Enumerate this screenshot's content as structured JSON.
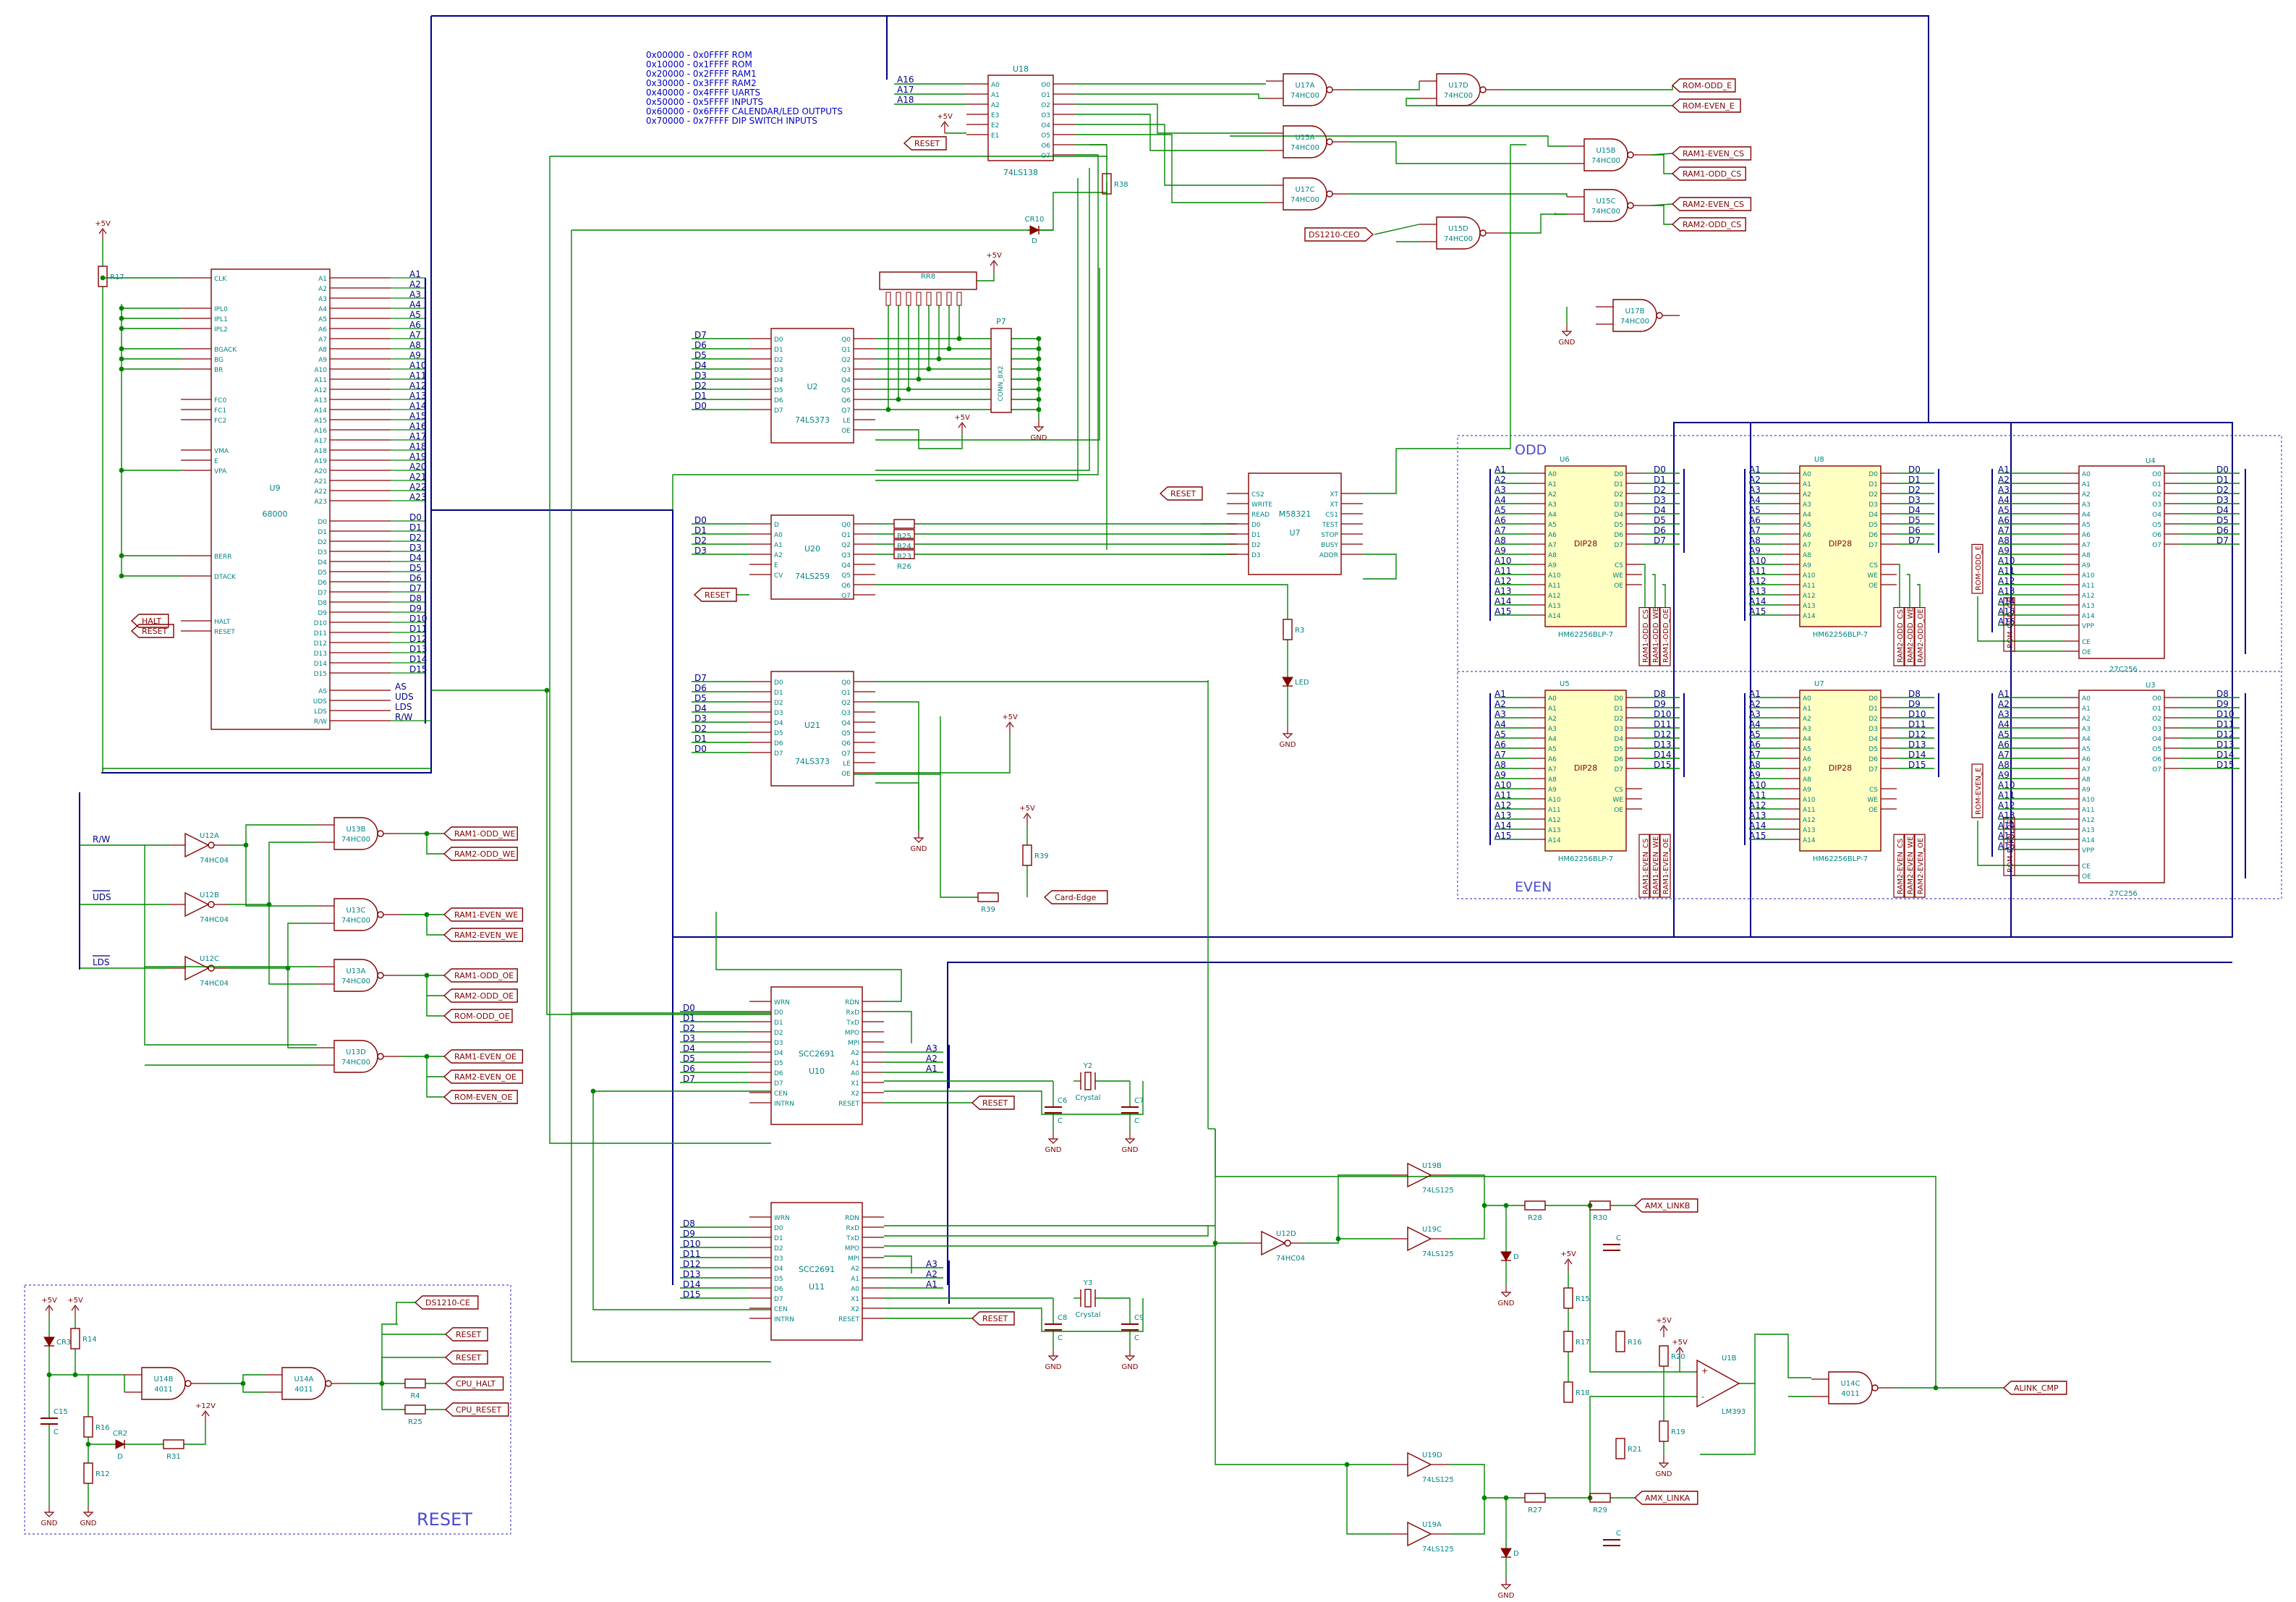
{
  "colors": {
    "wire": "#008400",
    "part": "#840000",
    "part_fill": "#ffffc2",
    "label": "#840000",
    "pin_text": "#008484",
    "bus": "#000084",
    "sheet_border": "#4b4bd1",
    "memory_text": "#0000c2"
  },
  "memory_map": [
    "0x00000 - 0x0FFFF ROM",
    "0x10000 - 0x1FFFF ROM",
    "0x20000 - 0x2FFFF RAM1",
    "0x30000 - 0x3FFFF RAM2",
    "0x40000 - 0x4FFFF UARTS",
    "0x50000 - 0x5FFFF INPUTS",
    "0x60000 - 0x6FFFF CALENDAR/LED OUTPUTS",
    "0x70000 - 0x7FFFF DIP SWITCH INPUTS"
  ],
  "section_labels": {
    "odd": "ODD",
    "even": "EVEN",
    "reset": "RESET"
  },
  "cpu": {
    "ref": "U9",
    "value": "68000",
    "left_pins": [
      "CLK",
      "IPL0",
      "IPL1",
      "IPL2",
      "BGACK",
      "BG",
      "BR",
      "FC0",
      "FC1",
      "FC2",
      "VMA",
      "E",
      "VPA",
      "BERR",
      "DTACK",
      "HALT",
      "RESET"
    ],
    "address_bus": [
      "A1",
      "A2",
      "A3",
      "A4",
      "A5",
      "A6",
      "A7",
      "A8",
      "A9",
      "A10",
      "A11",
      "A12",
      "A13",
      "A14",
      "A15",
      "A16",
      "A17",
      "A18",
      "A19",
      "A20",
      "A21",
      "A22",
      "A23"
    ],
    "data_bus": [
      "D0",
      "D1",
      "D2",
      "D3",
      "D4",
      "D5",
      "D6",
      "D7",
      "D8",
      "D9",
      "D10",
      "D11",
      "D12",
      "D13",
      "D14",
      "D15"
    ],
    "strobes": [
      "AS",
      "UDS",
      "LDS",
      "R/W"
    ]
  },
  "parts": {
    "u18": {
      "ref": "U18",
      "value": "74LS138",
      "inputs": [
        "A0",
        "A1",
        "A2",
        "E3",
        "E2",
        "E1"
      ],
      "outputs": [
        "O0",
        "O1",
        "O2",
        "O3",
        "O4",
        "O5",
        "O6",
        "O7"
      ]
    },
    "u17a": {
      "ref": "U17A",
      "value": "74HC00"
    },
    "u17d": {
      "ref": "U17D",
      "value": "74HC00"
    },
    "u15a": {
      "ref": "U15A",
      "value": "74HC00"
    },
    "u15b": {
      "ref": "U15B",
      "value": "74HC00"
    },
    "u17c": {
      "ref": "U17C",
      "value": "74HC00"
    },
    "u15c": {
      "ref": "U15C",
      "value": "74HC00"
    },
    "u15d": {
      "ref": "U15D",
      "value": "74HC00"
    },
    "u17b": {
      "ref": "U17B",
      "value": "74HC00"
    },
    "u2": {
      "ref": "U2",
      "value": "74LS373"
    },
    "u20": {
      "ref": "U20",
      "value": "74LS259"
    },
    "u21": {
      "ref": "U21",
      "value": "74LS373"
    },
    "u7": {
      "ref": "U7",
      "value": "M58321",
      "left": [
        "CS2",
        "WRITE",
        "READ",
        "D0",
        "D1",
        "D2",
        "D3"
      ],
      "right": [
        "XT",
        "XT",
        "CS1",
        "TEST",
        "STOP",
        "BUSY",
        "ADDR"
      ]
    },
    "rr8": {
      "ref": "RR8"
    },
    "p7": {
      "ref": "P7",
      "value": "CONN_8X2"
    },
    "u6": {
      "ref": "U6",
      "value": "HM62256BLP-7",
      "body": "DIP28"
    },
    "u8": {
      "ref": "U8",
      "value": "HM62256BLP-7",
      "body": "DIP28"
    },
    "u5": {
      "ref": "U5",
      "value": "HM62256BLP-7",
      "body": "DIP28"
    },
    "u7m": {
      "ref": "U7",
      "value": "HM62256BLP-7",
      "body": "DIP28"
    },
    "u4": {
      "ref": "U4",
      "value": "27C256"
    },
    "u3": {
      "ref": "U3",
      "value": "27C256"
    },
    "u12a": {
      "ref": "U12A",
      "value": "74HC04"
    },
    "u12b": {
      "ref": "U12B",
      "value": "74HC04"
    },
    "u12c": {
      "ref": "U12C",
      "value": "74HC04"
    },
    "u12d": {
      "ref": "U12D",
      "value": "74HC04"
    },
    "u13b": {
      "ref": "U13B",
      "value": "74HC00"
    },
    "u13c": {
      "ref": "U13C",
      "value": "74HC00"
    },
    "u13a": {
      "ref": "U13A",
      "value": "74HC00"
    },
    "u13d": {
      "ref": "U13D",
      "value": "74HC00"
    },
    "u10": {
      "ref": "U10",
      "value": "SCC2691"
    },
    "u11": {
      "ref": "U11",
      "value": "SCC2691"
    },
    "u19b": {
      "ref": "U19B",
      "value": "74LS125"
    },
    "u19c": {
      "ref": "U19C",
      "value": "74LS125"
    },
    "u19d": {
      "ref": "U19D",
      "value": "74LS125"
    },
    "u19a": {
      "ref": "U19A",
      "value": "74LS125"
    },
    "u1b": {
      "ref": "U1B",
      "value": "LM393"
    },
    "u14c": {
      "ref": "U14C",
      "value": "4011"
    },
    "u14b": {
      "ref": "U14B",
      "value": "4011"
    },
    "u14a": {
      "ref": "U14A",
      "value": "4011"
    },
    "y2": {
      "ref": "Y2",
      "value": "Crystal"
    },
    "y3": {
      "ref": "Y3",
      "value": "Crystal"
    },
    "c6": {
      "ref": "C6",
      "value": "C"
    },
    "c7": {
      "ref": "C7",
      "value": "C"
    },
    "c8": {
      "ref": "C8",
      "value": "C"
    },
    "c9": {
      "ref": "C9",
      "value": "C"
    },
    "c15": {
      "ref": "C15",
      "value": "C"
    },
    "cr10": {
      "ref": "CR10",
      "value": "D"
    },
    "cr2": {
      "ref": "CR2",
      "value": "D"
    },
    "r28": {
      "ref": "R28"
    },
    "r30": {
      "ref": "R30"
    },
    "r27": {
      "ref": "R27"
    },
    "r29": {
      "ref": "R29"
    },
    "r39": {
      "ref": "R39"
    },
    "r31": {
      "ref": "R31"
    }
  },
  "sram_left_pins": [
    "A0",
    "A1",
    "A2",
    "A3",
    "A4",
    "A5",
    "A6",
    "A7",
    "A8",
    "A9",
    "A10",
    "A11",
    "A12",
    "A13",
    "A14"
  ],
  "sram_right_pins": [
    "D0",
    "D1",
    "D2",
    "D3",
    "D4",
    "D5",
    "D6",
    "D7"
  ],
  "sram_ctl_pins": [
    "CS",
    "WE",
    "OE"
  ],
  "eprom_left_pins": [
    "A0",
    "A1",
    "A2",
    "A3",
    "A4",
    "A5",
    "A6",
    "A7",
    "A8",
    "A9",
    "A10",
    "A11",
    "A12",
    "A13",
    "A14",
    "VPP"
  ],
  "eprom_right_pins": [
    "O0",
    "O1",
    "O2",
    "O3",
    "O4",
    "O5",
    "O6",
    "O7"
  ],
  "eprom_ctl_pins": [
    "CE",
    "OE"
  ],
  "scc_left_pins": [
    "WRN",
    "D0",
    "D1",
    "D2",
    "D3",
    "D4",
    "D5",
    "D6",
    "D7",
    "CEN",
    "INTRN"
  ],
  "scc_right_pins": [
    "RDN",
    "RxD",
    "TxD",
    "MPO",
    "MPI",
    "A2",
    "A1",
    "A0",
    "X1",
    "X2",
    "RESET"
  ],
  "latch_left_pins": [
    "D0",
    "D1",
    "D2",
    "D3",
    "D4",
    "D5",
    "D6",
    "D7"
  ],
  "latch_right_pins": [
    "Q0",
    "Q1",
    "Q2",
    "Q3",
    "Q4",
    "Q5",
    "Q6",
    "Q7",
    "LE",
    "OE"
  ],
  "u20_left_pins": [
    "D",
    "A0",
    "A1",
    "A2",
    "E",
    "CV"
  ],
  "net_labels": {
    "rom_odd_e": "ROM-ODD_E",
    "rom_even_e": "ROM-EVEN_E",
    "ram1_even_cs": "RAM1-EVEN_CS",
    "ram1_odd_cs": "RAM1-ODD_CS",
    "ram2_even_cs": "RAM2-EVEN_CS",
    "ram2_odd_cs": "RAM2-ODD_CS",
    "ds1210_ceo": "DS1210-CEO",
    "ds1210_ce": "DS1210-CE",
    "reset": "RESET",
    "halt": "HALT",
    "ram1_odd_we": "RAM1-ODD_WE",
    "ram2_odd_we": "RAM2-ODD_WE",
    "ram1_even_we": "RAM1-EVEN_WE",
    "ram2_even_we": "RAM2-EVEN_WE",
    "ram1_odd_oe": "RAM1-ODD_OE",
    "ram2_odd_oe": "RAM2-ODD_OE",
    "rom_odd_oe": "ROM-ODD_OE",
    "ram1_even_oe": "RAM1-EVEN_OE",
    "ram2_even_oe": "RAM2-EVEN_OE",
    "rom_even_oe": "ROM-EVEN_OE",
    "card_edge": "Card-Edge",
    "amx_linkb": "AMX_LINKB",
    "amx_linka": "AMX_LINKA",
    "alink_cmp": "ALINK_CMP",
    "cpu_halt": "CPU_HALT",
    "cpu_reset": "CPU_RESET",
    "rw": "R/W",
    "uds": "UDS",
    "lds": "LDS",
    "u7_data": [
      "D0",
      "D1",
      "D2",
      "D3"
    ],
    "high_addr": [
      "A16",
      "A17",
      "A18"
    ],
    "uart_addr": [
      "A3",
      "A2",
      "A1"
    ],
    "u10_data": [
      "D0",
      "D1",
      "D2",
      "D3",
      "D4",
      "D5",
      "D6",
      "D7"
    ],
    "u11_data": [
      "D8",
      "D9",
      "D10",
      "D11",
      "D12",
      "D13",
      "D14",
      "D15"
    ],
    "odd_data": [
      "D0",
      "D1",
      "D2",
      "D3",
      "D4",
      "D5",
      "D6",
      "D7"
    ],
    "even_data": [
      "D8",
      "D9",
      "D10",
      "D11",
      "D12",
      "D13",
      "D14",
      "D15"
    ],
    "mem_addr": [
      "A1",
      "A2",
      "A3",
      "A4",
      "A5",
      "A6",
      "A7",
      "A8",
      "A9",
      "A10",
      "A11",
      "A12",
      "A13",
      "A14",
      "A15"
    ],
    "eprom_addr": [
      "A1",
      "A2",
      "A3",
      "A4",
      "A5",
      "A6",
      "A7",
      "A8",
      "A9",
      "A10",
      "A11",
      "A12",
      "A13",
      "A14",
      "A15",
      "A16"
    ]
  },
  "power": {
    "vcc": "+5V",
    "gnd": "GND",
    "v12": "+12V"
  }
}
